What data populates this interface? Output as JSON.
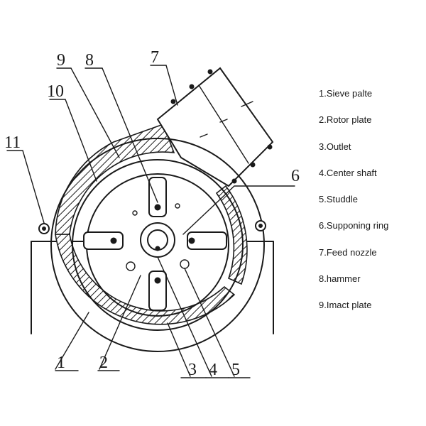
{
  "callouts": {
    "n1": "1",
    "n2": "2",
    "n3": "3",
    "n4": "4",
    "n5": "5",
    "n6": "6",
    "n7": "7",
    "n8": "8",
    "n9": "9",
    "n10": "10",
    "n11": "11"
  },
  "legend": [
    "1.Sieve palte",
    "2.Rotor plate",
    "3.Outlet",
    "4.Center shaft",
    "5.Studdle",
    "6.Supponing ring",
    "7.Feed nozzle",
    "8.hammer",
    "9.Imact plate"
  ]
}
